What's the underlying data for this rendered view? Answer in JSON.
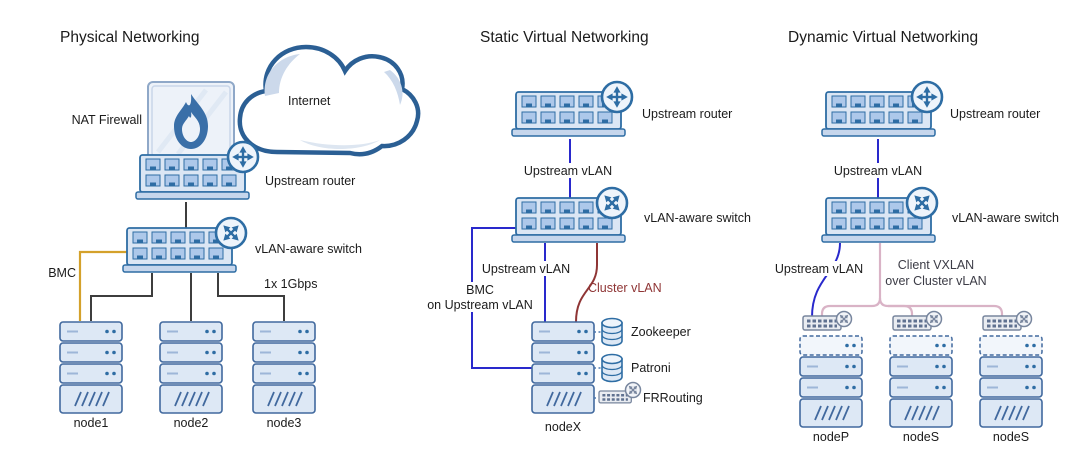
{
  "diagram": {
    "physical": {
      "title": "Physical Networking",
      "internet_label": "Internet",
      "nat_firewall_label": "NAT Firewall",
      "upstream_router_label": "Upstream router",
      "vlan_switch_label": "vLAN-aware switch",
      "bmc_label": "BMC",
      "link_speed_label": "1x 1Gbps",
      "nodes": [
        "node1",
        "node2",
        "node3"
      ]
    },
    "static_virtual": {
      "title": "Static Virtual Networking",
      "upstream_router_label": "Upstream router",
      "upstream_vlan_label": "Upstream vLAN",
      "vlan_switch_label": "vLAN-aware switch",
      "upstream_vlan_label_2": "Upstream vLAN",
      "cluster_vlan_label": "Cluster vLAN",
      "bmc_label_line1": "BMC",
      "bmc_label_line2": "on Upstream vLAN",
      "node_label": "nodeX",
      "services": [
        "Zookeeper",
        "Patroni",
        "FRRouting"
      ]
    },
    "dynamic_virtual": {
      "title": "Dynamic Virtual Networking",
      "upstream_router_label": "Upstream router",
      "upstream_vlan_label": "Upstream vLAN",
      "vlan_switch_label": "vLAN-aware switch",
      "upstream_vlan_label_2": "Upstream vLAN",
      "vxlan_label_line1": "Client VXLAN",
      "vxlan_label_line2": "over Cluster vLAN",
      "nodes": [
        "nodeP",
        "nodeS",
        "nodeS"
      ]
    },
    "colors": {
      "device_outline": "#2e6da4",
      "device_fill": "#dbe6f4",
      "ethernet_link": "#3d3d3d",
      "vlan_link_blue": "#2929cc",
      "cluster_vlan_red": "#8f3535",
      "bmc_link_orange": "#d4a12b",
      "vxlan_link_pink": "#d9b3c6"
    }
  }
}
